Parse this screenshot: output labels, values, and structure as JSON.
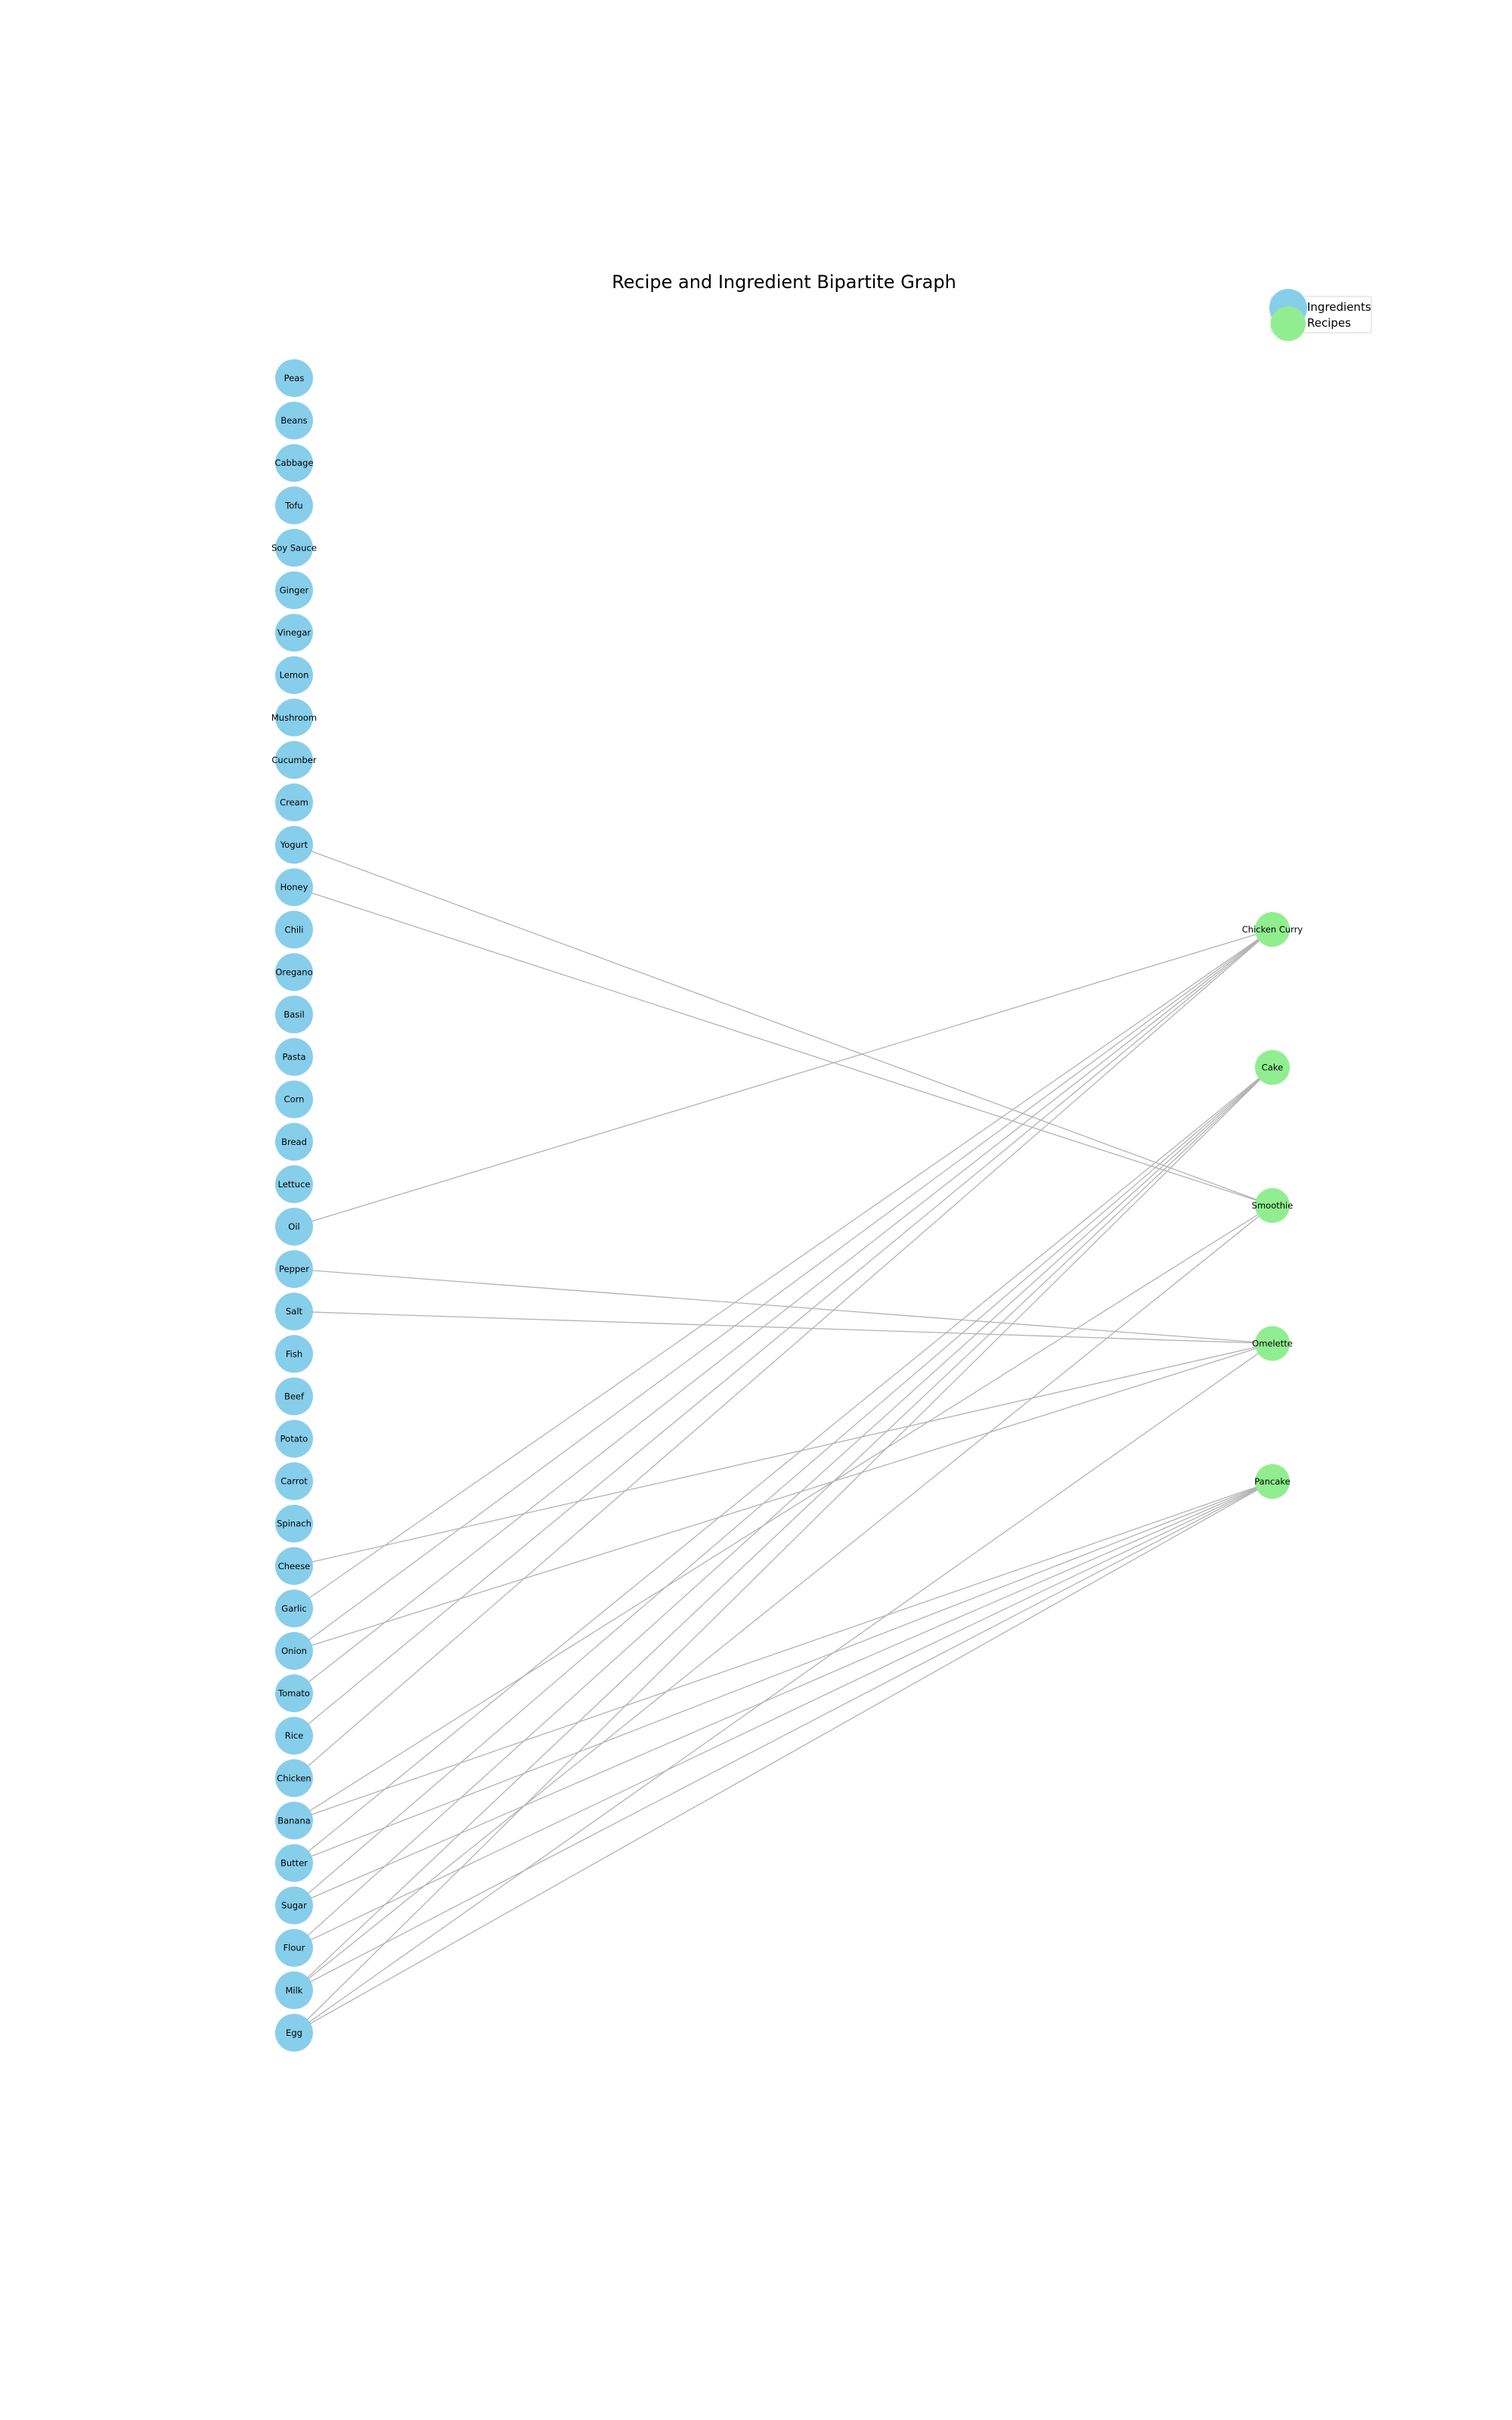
{
  "title": "Recipe and Ingredient Bipartite Graph",
  "legend": {
    "ingredients_label": "Ingredients",
    "recipes_label": "Recipes"
  },
  "colors": {
    "ingredient": "#87ceeb",
    "recipe": "#90ee90",
    "edge": "#b3b3b3"
  },
  "ingredients": [
    "Peas",
    "Beans",
    "Cabbage",
    "Tofu",
    "Soy Sauce",
    "Ginger",
    "Vinegar",
    "Lemon",
    "Mushroom",
    "Cucumber",
    "Cream",
    "Yogurt",
    "Honey",
    "Chili",
    "Oregano",
    "Basil",
    "Pasta",
    "Corn",
    "Bread",
    "Lettuce",
    "Oil",
    "Pepper",
    "Salt",
    "Fish",
    "Beef",
    "Potato",
    "Carrot",
    "Spinach",
    "Cheese",
    "Garlic",
    "Onion",
    "Tomato",
    "Rice",
    "Chicken",
    "Banana",
    "Butter",
    "Sugar",
    "Flour",
    "Milk",
    "Egg"
  ],
  "recipes": [
    "Chicken Curry",
    "Cake",
    "Smoothie",
    "Omelette",
    "Pancake"
  ],
  "edges": [
    [
      "Yogurt",
      "Smoothie"
    ],
    [
      "Honey",
      "Smoothie"
    ],
    [
      "Banana",
      "Smoothie"
    ],
    [
      "Milk",
      "Smoothie"
    ],
    [
      "Oil",
      "Chicken Curry"
    ],
    [
      "Garlic",
      "Chicken Curry"
    ],
    [
      "Onion",
      "Chicken Curry"
    ],
    [
      "Tomato",
      "Chicken Curry"
    ],
    [
      "Rice",
      "Chicken Curry"
    ],
    [
      "Chicken",
      "Chicken Curry"
    ],
    [
      "Butter",
      "Cake"
    ],
    [
      "Sugar",
      "Cake"
    ],
    [
      "Flour",
      "Cake"
    ],
    [
      "Milk",
      "Cake"
    ],
    [
      "Egg",
      "Cake"
    ],
    [
      "Pepper",
      "Omelette"
    ],
    [
      "Salt",
      "Omelette"
    ],
    [
      "Cheese",
      "Omelette"
    ],
    [
      "Onion",
      "Omelette"
    ],
    [
      "Egg",
      "Omelette"
    ],
    [
      "Banana",
      "Pancake"
    ],
    [
      "Butter",
      "Pancake"
    ],
    [
      "Sugar",
      "Pancake"
    ],
    [
      "Flour",
      "Pancake"
    ],
    [
      "Milk",
      "Pancake"
    ],
    [
      "Egg",
      "Pancake"
    ]
  ]
}
